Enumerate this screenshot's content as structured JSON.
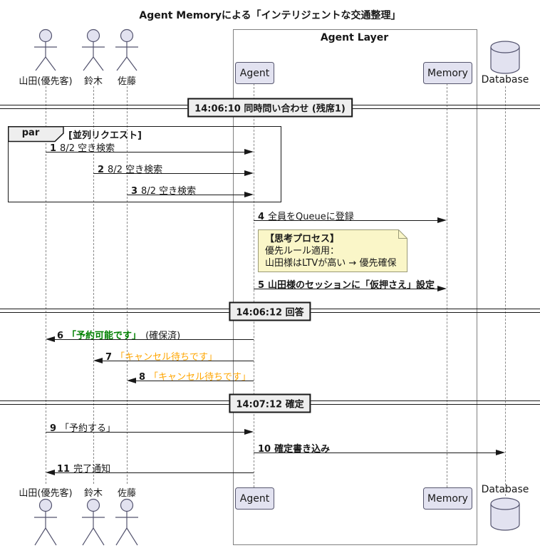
{
  "title": "Agent Memoryによる「インテリジェントな交通整理」",
  "frame": {
    "label": "Agent Layer"
  },
  "actors": [
    {
      "name": "山田(優先客)"
    },
    {
      "name": "鈴木"
    },
    {
      "name": "佐藤"
    }
  ],
  "participants": [
    {
      "name": "Agent"
    },
    {
      "name": "Memory"
    },
    {
      "name": "Database"
    }
  ],
  "dividers": [
    {
      "label": "14:06:10 同時問い合わせ (残席1)"
    },
    {
      "label": "14:06:12 回答"
    },
    {
      "label": "14:07:12 確定"
    }
  ],
  "par_block": {
    "keyword": "par",
    "label": "[並列リクエスト]"
  },
  "note": {
    "lines": [
      "【思考プロセス】",
      "優先ルール適用：",
      "山田様はLTVが高い → 優先確保"
    ]
  },
  "messages": [
    {
      "num": "1",
      "text": "8/2 空き検索"
    },
    {
      "num": "2",
      "text": "8/2 空き検索"
    },
    {
      "num": "3",
      "text": "8/2 空き検索"
    },
    {
      "num": "4",
      "text": "全員をQueueに登録"
    },
    {
      "num": "5",
      "text": "山田様のセッションに「仮押さえ」設定"
    },
    {
      "num": "6",
      "text": "「予約可能です」",
      "suffix": "(確保済)"
    },
    {
      "num": "7",
      "text": "「キャンセル待ちです」"
    },
    {
      "num": "8",
      "text": "「キャンセル待ちです」"
    },
    {
      "num": "9",
      "text": "「予約する」"
    },
    {
      "num": "10",
      "text": "確定書き込み"
    },
    {
      "num": "11",
      "text": "完了通知"
    }
  ],
  "icons": {
    "actor": "stick-figure-icon",
    "database": "cylinder-icon",
    "note": "sticky-note-icon",
    "arrowhead": "filled-triangle-icon"
  },
  "colors": {
    "green": "#008000",
    "orange": "#FFA500",
    "line_color": "#181818",
    "lifeline_color": "#8A8A8A",
    "participant_fill": "#E2E2F0",
    "participant_border": "#55556D",
    "note_fill": "#FAF6C8",
    "note_border": "#9A9A77",
    "divider_fill": "#EEEEEE",
    "frame_border": "#808080",
    "actor_stroke": "#53536E"
  }
}
